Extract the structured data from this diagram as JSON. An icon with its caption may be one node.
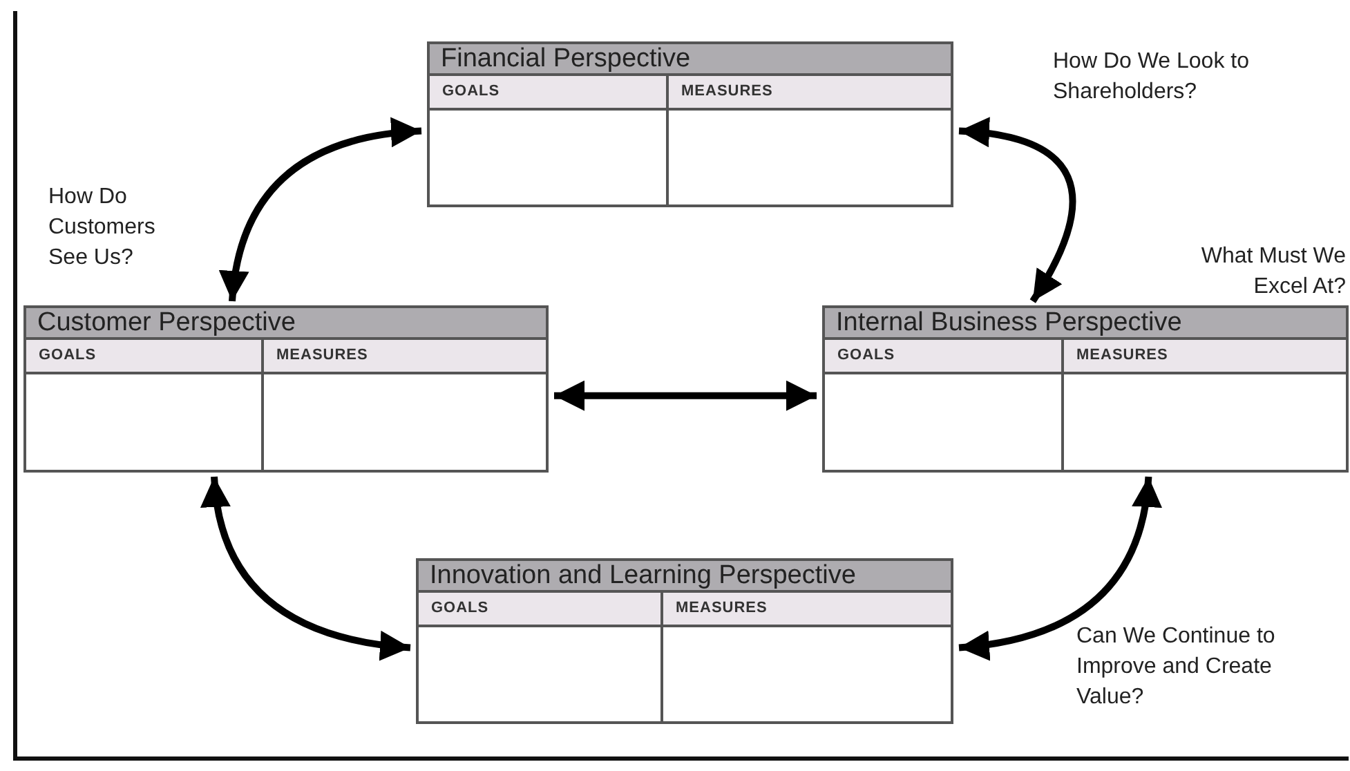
{
  "diagram": {
    "nodes": [
      {
        "text": [
          "Financial Perspective",
          "GOALS",
          "MEASURES"
        ]
      },
      {
        "text": [
          "Customer Perspective",
          "GOALS",
          "MEASURES"
        ]
      },
      {
        "text": [
          "Internal Business Perspective",
          "GOALS",
          "MEASURES"
        ]
      },
      {
        "text": [
          "Innovation and Learning Perspective",
          "GOALS",
          "MEASURES"
        ]
      }
    ],
    "edges": [
      {
        "from": 0,
        "to": 1,
        "arrow": "both"
      },
      {
        "from": 0,
        "to": 2,
        "arrow": "both"
      },
      {
        "from": 1,
        "to": 2,
        "arrow": "both"
      },
      {
        "from": 1,
        "to": 3,
        "arrow": "both"
      },
      {
        "from": 2,
        "to": 3,
        "arrow": "both"
      }
    ],
    "labels": [
      "How Do We Look to Shareholders?",
      "How Do Customers See Us?",
      "What Must We Excel At?",
      "Can We Continue to Improve and Create Value?"
    ]
  }
}
